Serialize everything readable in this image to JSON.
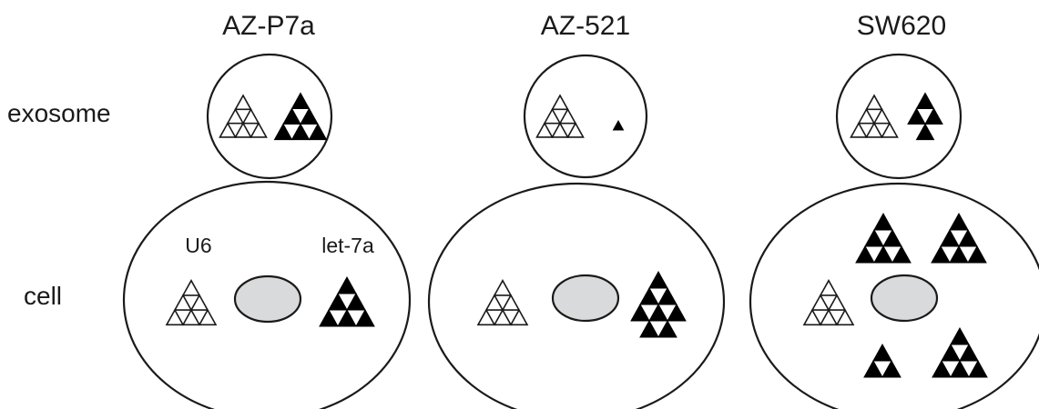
{
  "row_labels": {
    "exosome": "exosome",
    "cell": "cell"
  },
  "columns": [
    {
      "title": "AZ-P7a",
      "exosome": {
        "u6": "pyramid",
        "let7a": "pyramid"
      },
      "cell": {
        "u6_label": "U6",
        "let7a_label": "let-7a",
        "u6": "pyramid",
        "let7a": [
          "pyramid"
        ]
      }
    },
    {
      "title": "AZ-521",
      "exosome": {
        "u6": "pyramid",
        "let7a": "single-small"
      },
      "cell": {
        "u6_label": "",
        "let7a_label": "",
        "u6": "pyramid",
        "let7a": [
          "hexagon"
        ]
      }
    },
    {
      "title": "SW620",
      "exosome": {
        "u6": "pyramid",
        "let7a": "diamond"
      },
      "cell": {
        "u6_label": "",
        "let7a_label": "",
        "u6": "pyramid",
        "let7a": [
          "pyramid",
          "pyramid",
          "small-pyramid",
          "pyramid"
        ]
      }
    }
  ],
  "legend_semantics": {
    "open_triangle": "U6",
    "filled_triangle": "let-7a"
  },
  "colors": {
    "stroke": "#1a1a1a",
    "filled": "#000000",
    "nucleus": "#d9dadc",
    "background": "#ffffff"
  }
}
